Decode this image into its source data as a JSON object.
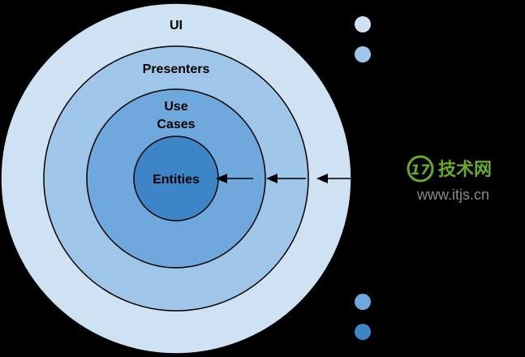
{
  "rings": {
    "ui": {
      "label": "UI",
      "color": "#cfe2f3"
    },
    "presenters": {
      "label": "Presenters",
      "color": "#9fc5e8"
    },
    "use_cases": {
      "label_line1": "Use",
      "label_line2": "Cases",
      "color": "#6fa8dc"
    },
    "entities": {
      "label": "Entities",
      "color": "#3d85c6"
    }
  },
  "outline_color": "#000000",
  "background_color": "#000000",
  "legend_dot_colors": [
    "#cfe2f3",
    "#9fc5e8",
    "#6fa8dc",
    "#3d85c6"
  ],
  "watermark": {
    "badge_text": "17",
    "title": "技术网",
    "url": "www.itjs.cn",
    "green": "#6aa82e",
    "gray": "#8a8a8a"
  }
}
